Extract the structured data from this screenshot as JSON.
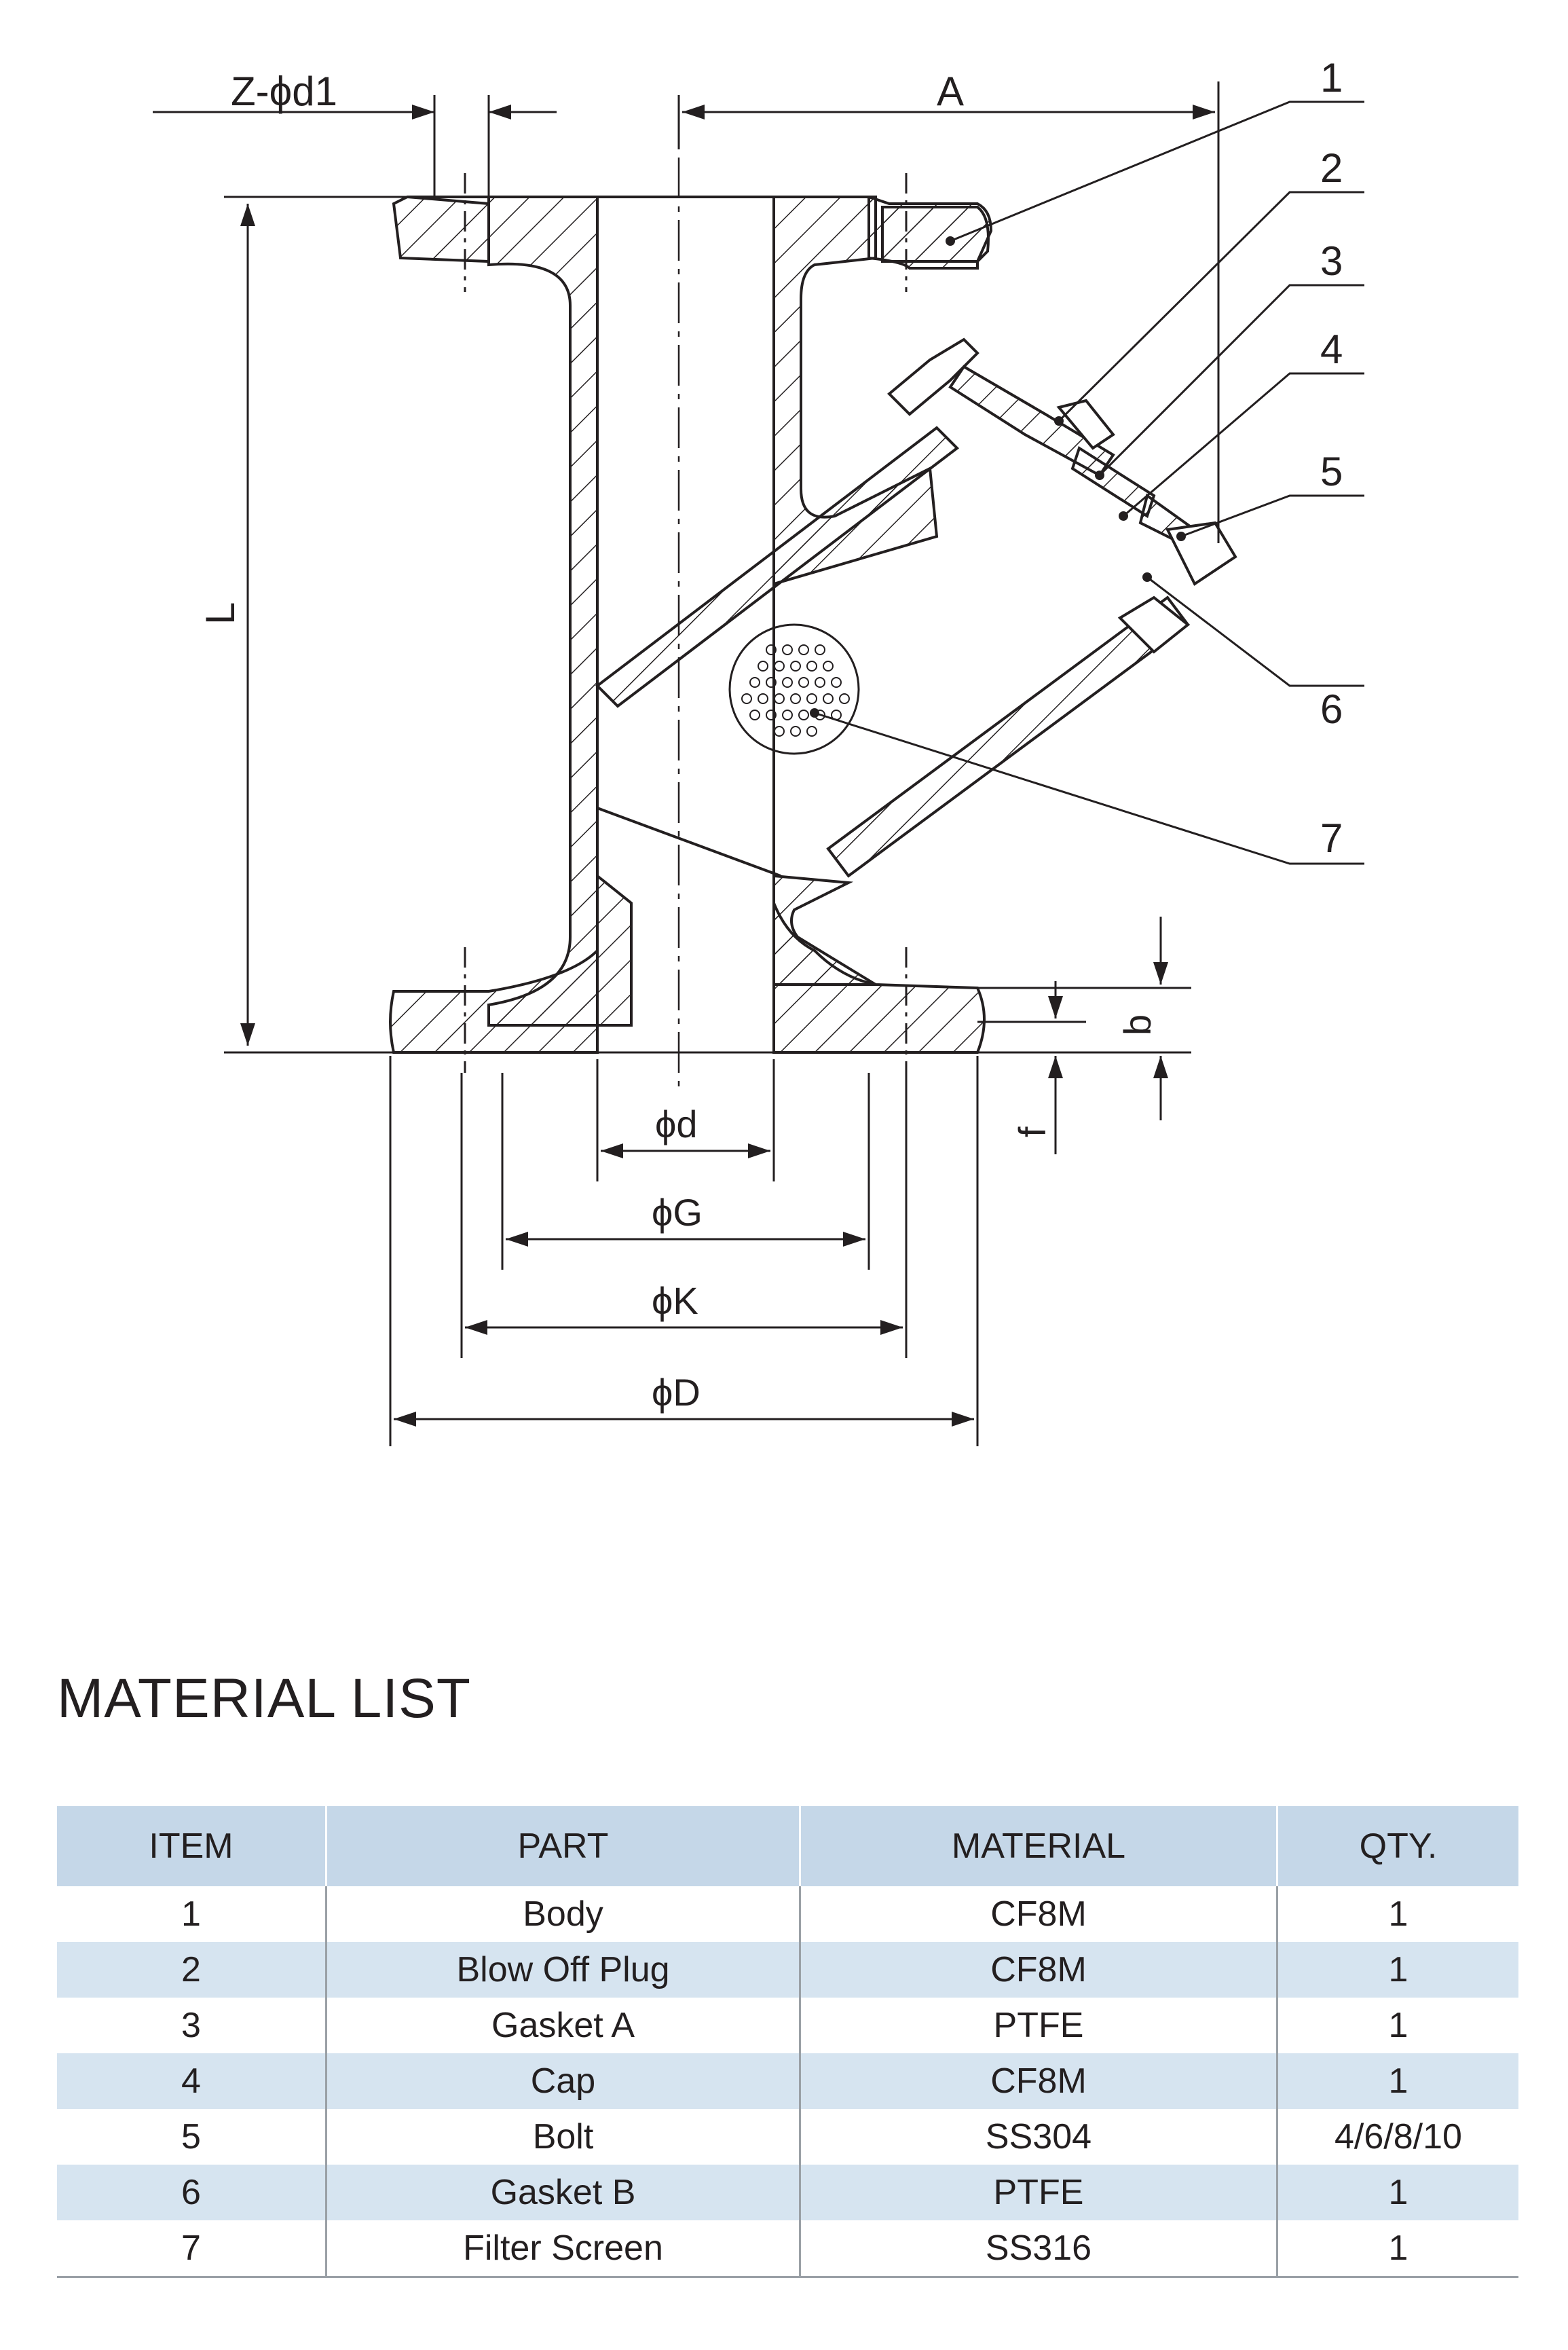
{
  "drawing": {
    "dimensions": {
      "z_phi_d1": "Z-ϕd1",
      "a": "A",
      "l": "L",
      "phi_d": "ϕd",
      "phi_g": "ϕG",
      "phi_k": "ϕK",
      "phi_cap_d": "ϕD",
      "b": "b",
      "f": "f"
    },
    "callouts": [
      "1",
      "2",
      "3",
      "4",
      "5",
      "6",
      "7"
    ]
  },
  "material_list": {
    "title": "MATERIAL LIST",
    "headers": [
      "ITEM",
      "PART",
      "MATERIAL",
      "QTY."
    ],
    "rows": [
      [
        "1",
        "Body",
        "CF8M",
        "1"
      ],
      [
        "2",
        "Blow Off Plug",
        "CF8M",
        "1"
      ],
      [
        "3",
        "Gasket A",
        "PTFE",
        "1"
      ],
      [
        "4",
        "Cap",
        "CF8M",
        "1"
      ],
      [
        "5",
        "Bolt",
        "SS304",
        "4/6/8/10"
      ],
      [
        "6",
        "Gasket B",
        "PTFE",
        "1"
      ],
      [
        "7",
        "Filter Screen",
        "SS316",
        "1"
      ]
    ]
  },
  "colors": {
    "header_fill": "#c5d7e8",
    "alt_row_fill": "#d6e4f0",
    "line": "#231f20"
  }
}
